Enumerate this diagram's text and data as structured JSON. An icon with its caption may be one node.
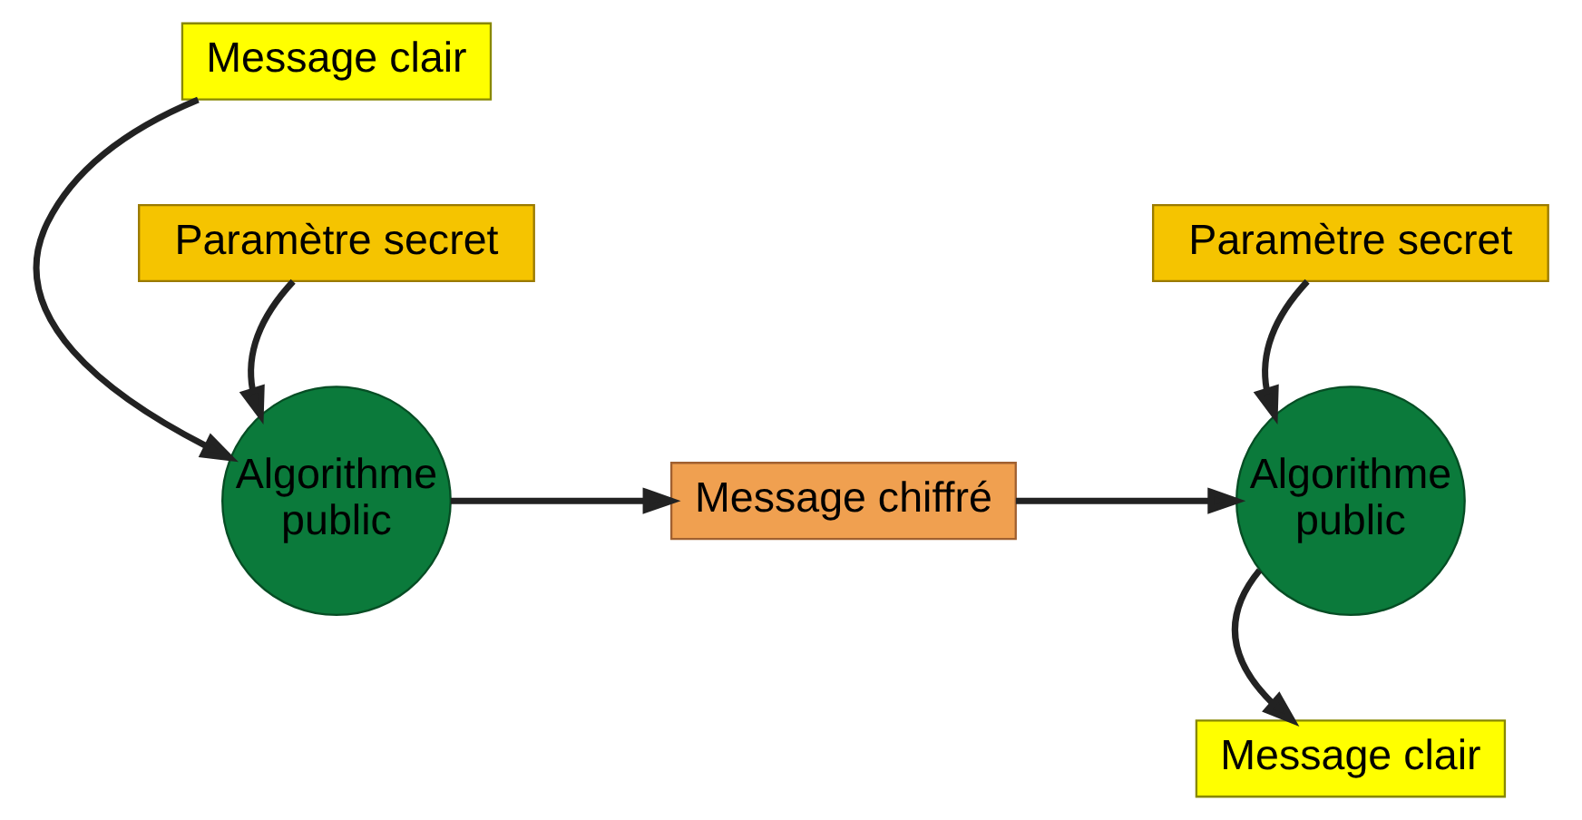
{
  "diagram": {
    "nodes": [
      {
        "text": [
          "Message clair"
        ]
      },
      {
        "text": [
          "Algorithme public"
        ]
      },
      {
        "text": [
          "Paramètre secret"
        ]
      },
      {
        "text": [
          "Message chiffré"
        ]
      },
      {
        "text": [
          "Algorithme public"
        ]
      },
      {
        "text": [
          "Message clair"
        ]
      },
      {
        "text": [
          "Paramètre secret"
        ]
      }
    ],
    "edges": [
      {
        "from": 0,
        "to": 1,
        "arrow": "to"
      },
      {
        "from": 2,
        "to": 1,
        "arrow": "to"
      },
      {
        "from": 1,
        "to": 3,
        "arrow": "to"
      },
      {
        "from": 3,
        "to": 4,
        "arrow": "to"
      },
      {
        "from": 4,
        "to": 5,
        "arrow": "to"
      },
      {
        "from": 6,
        "to": 4,
        "arrow": "to"
      }
    ]
  }
}
